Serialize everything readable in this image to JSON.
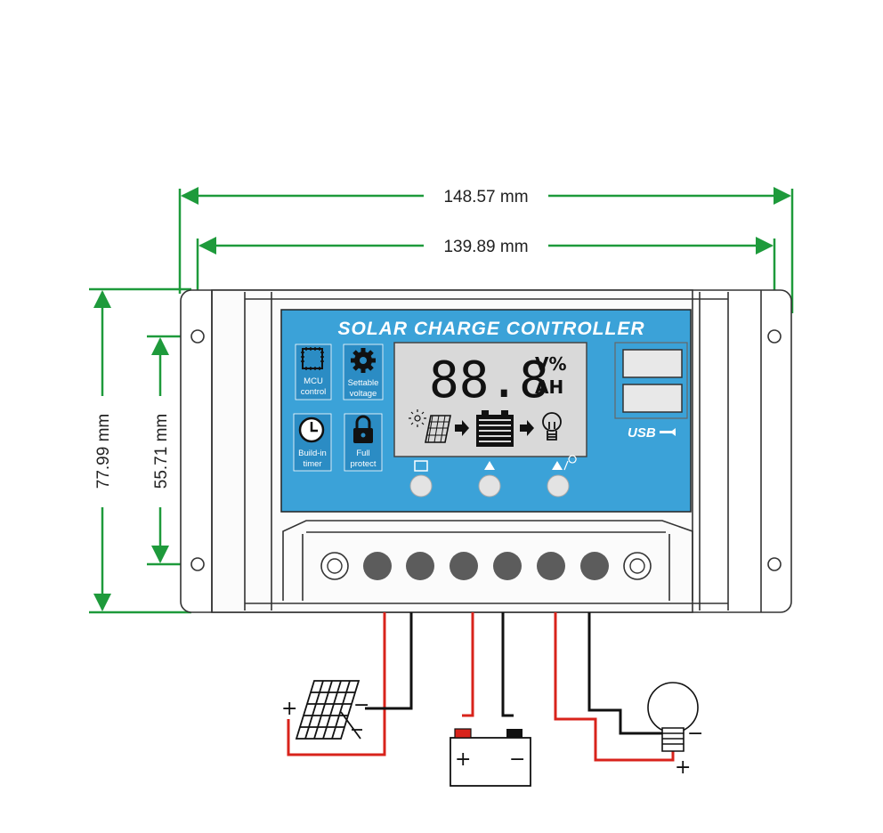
{
  "dimensions": {
    "outer_width": "148.57 mm",
    "hole_spacing_width": "139.89 mm",
    "outer_height": "77.99 mm",
    "hole_spacing_height": "55.71 mm"
  },
  "panel": {
    "title": "SOLAR CHARGE CONTROLLER",
    "features": [
      {
        "line1": "MCU",
        "line2": "control",
        "icon": "chip-icon"
      },
      {
        "line1": "Settable",
        "line2": "voltage",
        "icon": "gear-icon"
      },
      {
        "line1": "Build-in",
        "line2": "timer",
        "icon": "clock-icon"
      },
      {
        "line1": "Full",
        "line2": "protect",
        "icon": "lock-icon"
      }
    ],
    "lcd": {
      "digits": "88.8",
      "unit_top": "V%",
      "unit_bottom": "AH"
    },
    "usb_label": "USB",
    "buttons": [
      "menu-button",
      "down-button",
      "up-button"
    ]
  },
  "wiring": {
    "plus": "+",
    "minus": "−",
    "devices": [
      "solar-panel",
      "battery",
      "light-bulb"
    ],
    "colors": {
      "positive": "#d8231b",
      "negative": "#111111",
      "dimension": "#1e9a3b",
      "panel": "#3ba2d8"
    }
  }
}
